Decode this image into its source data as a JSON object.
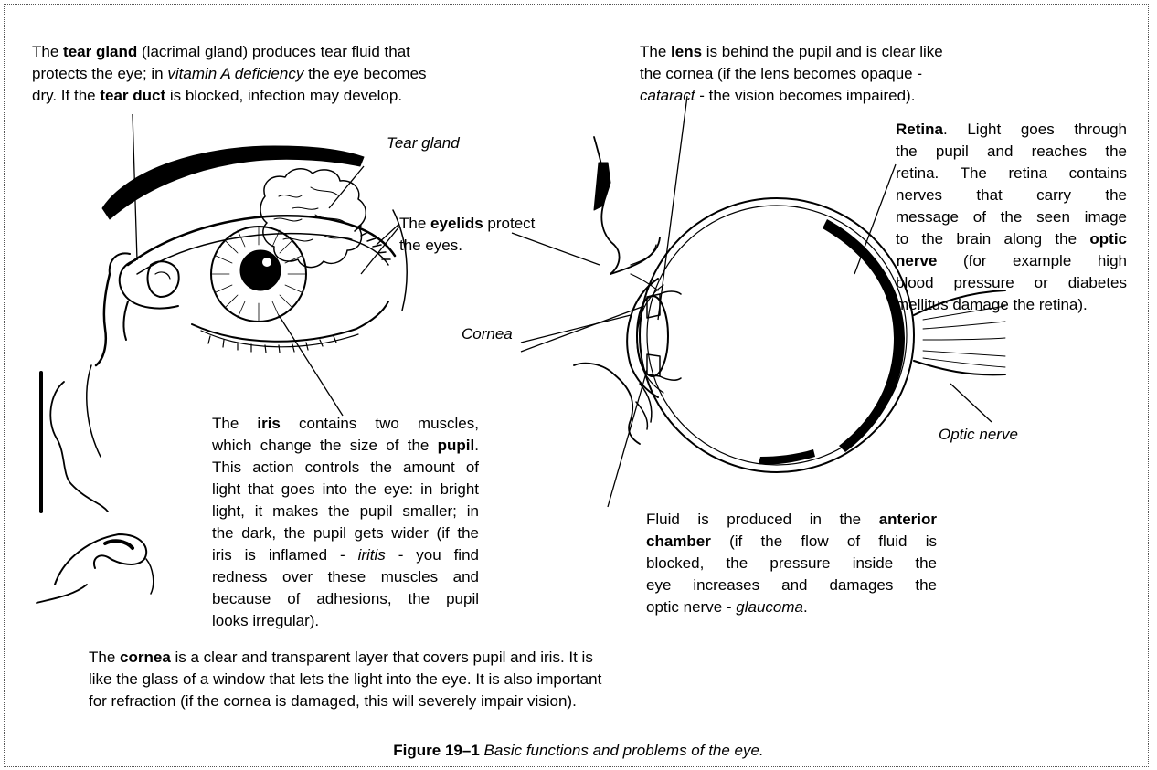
{
  "tear_gland_text": {
    "l1_a": "The ",
    "l1_b": "tear gland",
    "l1_c": " (lacrimal gland) produces tear fluid that",
    "l2_a": "protects the eye; in ",
    "l2_b": "vitamin A deficiency",
    "l2_c": " the eye becomes",
    "l3_a": "dry. If the ",
    "l3_b": "tear duct",
    "l3_c": " is blocked, infection may develop."
  },
  "lens_text": {
    "l1_a": "The ",
    "l1_b": "lens",
    "l1_c": " is behind the pupil and is clear like",
    "l2": "the cornea (if the lens becomes opaque -",
    "l3_a": "cataract",
    "l3_b": " - the vision becomes impaired)."
  },
  "labels": {
    "tear_gland": "Tear gland",
    "cornea": "Cornea",
    "optic_nerve": "Optic nerve"
  },
  "eyelids_text": {
    "l1_a": "The ",
    "l1_b": "eyelids",
    "l1_c": " protect",
    "l2": "the eyes."
  },
  "retina_text": {
    "l1_a": "Retina",
    "l1_b": ". Light goes through",
    "l2": "the pupil and reaches the",
    "l3": "retina. The retina contains",
    "l4": "nerves that carry the",
    "l5": "message of the seen image",
    "l6_a": "to the brain along the ",
    "l6_b": "optic",
    "l7_a": "nerve",
    "l7_b": " (for example high",
    "l8": "blood pressure or diabetes",
    "l9": "mellitus damage the retina)."
  },
  "iris_text": {
    "l1_a": "The ",
    "l1_b": "iris",
    "l1_c": " contains two muscles,",
    "l2_a": "which change the size of the ",
    "l2_b": "pupil",
    "l2_c": ".",
    "l3": "This action controls the amount of",
    "l4": "light that goes into the eye: in bright",
    "l5": "light, it makes the pupil smaller; in",
    "l6": "the dark, the pupil gets wider (if the",
    "l7_a": "iris is inflamed - ",
    "l7_b": "iritis",
    "l7_c": " - you find",
    "l8": "redness over these muscles and",
    "l9": "because of adhesions, the pupil",
    "l10": "looks irregular)."
  },
  "anterior_text": {
    "l1_a": "Fluid is produced in the ",
    "l1_b": "anterior",
    "l2_a": "chamber",
    "l2_b": " (if the flow of fluid is",
    "l3": "blocked, the pressure inside the",
    "l4": "eye increases and damages the",
    "l5_a": "optic nerve - ",
    "l5_b": "glaucoma",
    "l5_c": "."
  },
  "cornea_text": {
    "l1_a": "The ",
    "l1_b": "cornea",
    "l1_c": " is a clear and transparent layer that covers pupil and iris. It is",
    "l2": "like the glass of a window that lets the light into the eye. It is also important",
    "l3": "for refraction (if the cornea is damaged, this will severely impair vision)."
  },
  "caption": {
    "label": "Figure 19–1",
    "text": " Basic functions and problems of the eye."
  }
}
